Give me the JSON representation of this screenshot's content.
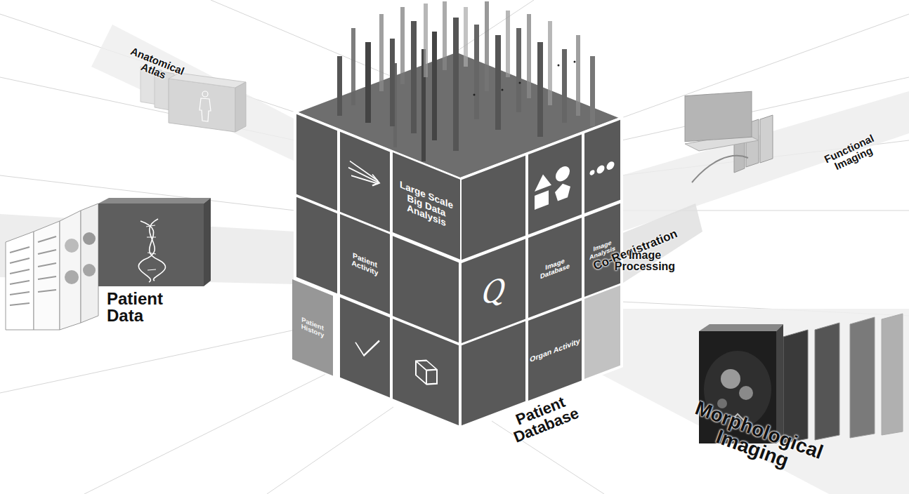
{
  "diagram": {
    "nodes": [
      {
        "text": [
          "Large Scale Big Data Analysis"
        ]
      },
      {
        "text": [
          "Patient Activity"
        ]
      },
      {
        "text": [
          "Patient History"
        ]
      },
      {
        "text": [
          "Q"
        ]
      },
      {
        "text": [
          "Image Database"
        ]
      },
      {
        "text": [
          "Image Analysis"
        ]
      },
      {
        "text": [
          "Organ Activity"
        ]
      }
    ],
    "labels": [
      "Anatomical Atlas",
      "Patient Data",
      "Co-Registration",
      "Functional Imaging",
      "Image Processing",
      "Patient Database",
      "Morphological Imaging"
    ]
  }
}
